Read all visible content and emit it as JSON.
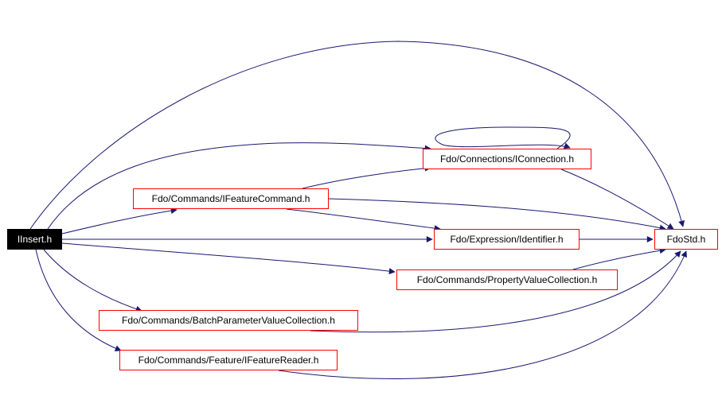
{
  "diagram": {
    "colors": {
      "edge": "#191970",
      "node_border": "#ff0000",
      "root_bg": "#000000",
      "root_text": "#ffffff"
    },
    "nodes": [
      {
        "id": "iinsert",
        "label": "IInsert.h",
        "root": true
      },
      {
        "id": "iconnection",
        "label": "Fdo/Connections/IConnection.h"
      },
      {
        "id": "ifeaturecommand",
        "label": "Fdo/Commands/IFeatureCommand.h"
      },
      {
        "id": "identifier",
        "label": "Fdo/Expression/Identifier.h"
      },
      {
        "id": "fdostd",
        "label": "FdoStd.h"
      },
      {
        "id": "propvalcoll",
        "label": "Fdo/Commands/PropertyValueCollection.h"
      },
      {
        "id": "batchparam",
        "label": "Fdo/Commands/BatchParameterValueCollection.h"
      },
      {
        "id": "ifeaturereader",
        "label": "Fdo/Commands/Feature/IFeatureReader.h"
      }
    ],
    "edges": [
      {
        "from": "iinsert",
        "to": "fdostd"
      },
      {
        "from": "iinsert",
        "to": "iconnection"
      },
      {
        "from": "iinsert",
        "to": "ifeaturecommand"
      },
      {
        "from": "iinsert",
        "to": "identifier"
      },
      {
        "from": "iinsert",
        "to": "propvalcoll"
      },
      {
        "from": "iinsert",
        "to": "batchparam"
      },
      {
        "from": "iinsert",
        "to": "ifeaturereader"
      },
      {
        "from": "iconnection",
        "to": "iconnection"
      },
      {
        "from": "iconnection",
        "to": "fdostd"
      },
      {
        "from": "ifeaturecommand",
        "to": "iconnection"
      },
      {
        "from": "ifeaturecommand",
        "to": "fdostd"
      },
      {
        "from": "ifeaturecommand",
        "to": "identifier"
      },
      {
        "from": "identifier",
        "to": "fdostd"
      },
      {
        "from": "propvalcoll",
        "to": "fdostd"
      },
      {
        "from": "batchparam",
        "to": "fdostd"
      },
      {
        "from": "ifeaturereader",
        "to": "fdostd"
      }
    ]
  }
}
